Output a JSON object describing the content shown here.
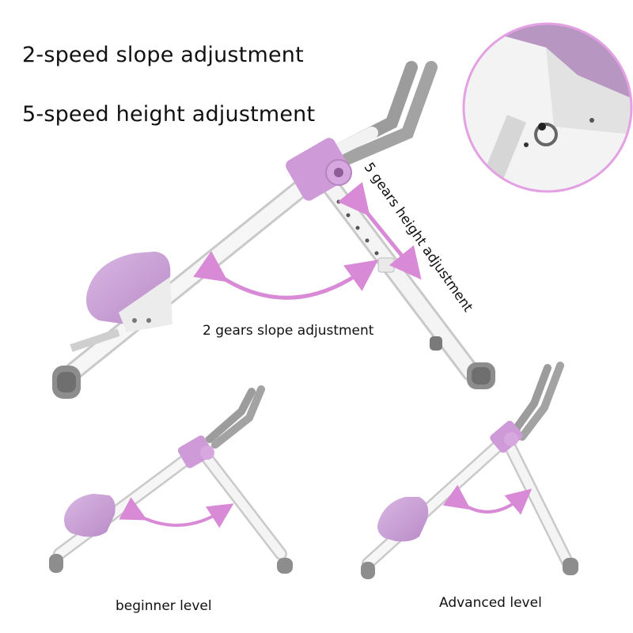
{
  "headlines": {
    "slope": "2-speed slope adjustment",
    "height": "5-speed height adjustment"
  },
  "captions": {
    "height_adjust": "5 gears height adjustment",
    "slope_adjust": "2 gears slope adjustment",
    "beginner": "beginner level",
    "advanced": "Advanced level"
  },
  "colors": {
    "accent_pink": "#d88ad6",
    "frame_white": "#f2f2f2",
    "grip_gray": "#8a8a8a",
    "seat_lilac": "#c9a3d6"
  }
}
